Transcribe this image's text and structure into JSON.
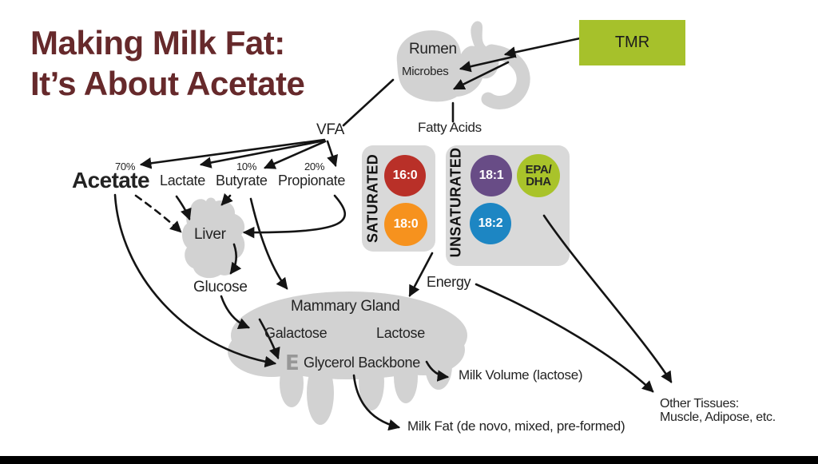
{
  "title": {
    "line1": "Making Milk Fat:",
    "line2": "It’s About Acetate"
  },
  "colors": {
    "title_maroon": "#66292b",
    "tmr_green": "#a6c12b",
    "epa_green": "#a9c32a",
    "circle_16_0_red": "#b93028",
    "circle_18_0_orange": "#f6921e",
    "circle_18_1_purple": "#684c86",
    "circle_18_2_blue": "#1d86c3",
    "blob_gray": "#d2d2d2",
    "panel_gray": "#d9d9d9",
    "arrow_black": "#141414"
  },
  "nodes": {
    "tmr": "TMR",
    "rumen": "Rumen",
    "microbes": "Microbes",
    "fatty_acids": "Fatty Acids",
    "vfa": "VFA",
    "pct_acetate": "70%",
    "pct_butyrate": "10%",
    "pct_propionate": "20%",
    "acetate": "Acetate",
    "lactate": "Lactate",
    "butyrate": "Butyrate",
    "propionate": "Propionate",
    "liver": "Liver",
    "glucose": "Glucose",
    "mammary_gland": "Mammary Gland",
    "galactose": "Galactose",
    "lactose": "Lactose",
    "e_mark": "E",
    "glycerol_backbone": "Glycerol Backbone",
    "energy": "Energy",
    "milk_volume": "Milk Volume (lactose)",
    "milk_fat": "Milk Fat (de novo, mixed, pre-formed)",
    "other_tissues_line1": "Other Tissues:",
    "other_tissues_line2": "Muscle, Adipose, etc."
  },
  "panels": {
    "saturated": {
      "label": "SATURATED",
      "circles": [
        {
          "label": "16:0"
        },
        {
          "label": "18:0"
        }
      ]
    },
    "unsaturated": {
      "label": "UNSATURATED",
      "circles": [
        {
          "label": "18:1"
        },
        {
          "label": "18:2"
        },
        {
          "label_line1": "EPA/",
          "label_line2": "DHA"
        }
      ]
    }
  }
}
